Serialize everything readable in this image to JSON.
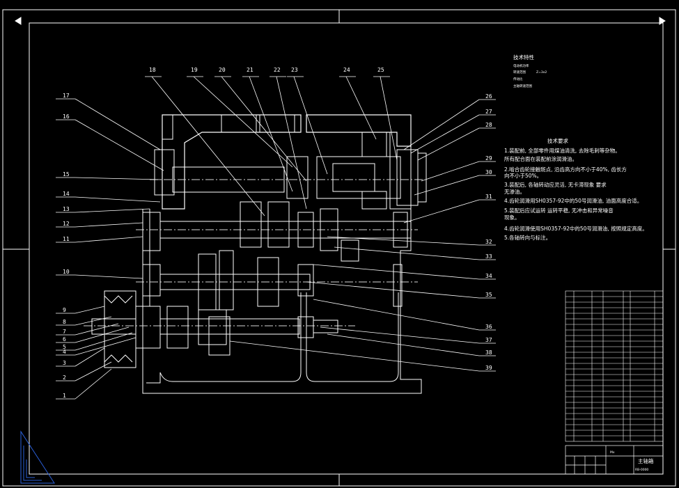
{
  "colors": {
    "background": "#000000",
    "line": "#ffffff",
    "centerline": "#d8d8d8",
    "accent_red": "#e83030",
    "corner_mark": "#2a5fd8"
  },
  "part_labels": {
    "left": [
      "17",
      "16",
      "15",
      "14",
      "13",
      "12",
      "11",
      "10",
      "9",
      "8",
      "7",
      "6",
      "5",
      "4",
      "3",
      "2",
      "1"
    ],
    "top": [
      "18",
      "19",
      "20",
      "21",
      "22",
      "23",
      "24",
      "25"
    ],
    "right": [
      "26",
      "27",
      "28",
      "29",
      "30",
      "31",
      "32",
      "33",
      "34",
      "35",
      "36",
      "37",
      "38",
      "39"
    ]
  },
  "tech_params": {
    "title": "技术特性",
    "rows": [
      "电动机功率",
      "转速范围",
      "传动比",
      "主轴转速范围"
    ],
    "ratio_value": "Z=3x2"
  },
  "tech_req": {
    "title": "技术要求",
    "lines": [
      "1.装配前, 全部零件用煤油清洗, 去除毛刺等杂物。",
      "  所有配合面在装配前涂润滑油。",
      "2.啮合齿轮接触斑点, 沿齿高方向不小于40%, 齿长方",
      "  向不小于50%。",
      "3.装配后, 各轴转动应灵活, 无卡滞现象          要求",
      "  无渗油。",
      "4.齿轮润滑用SH0357-92中的50号润滑油, 油面高度合适。",
      "5.装配后应试运转          运转平稳, 无冲击和异常噪音",
      "  现象。",
      "4.齿轮润滑使用SH0357-92中的50号润滑油, 按照规定高度。",
      "5.各轴转向与标注。"
    ]
  },
  "title_block": {
    "name": "主轴箱",
    "code": "Mx",
    "drawing_no": "RB-0000"
  }
}
